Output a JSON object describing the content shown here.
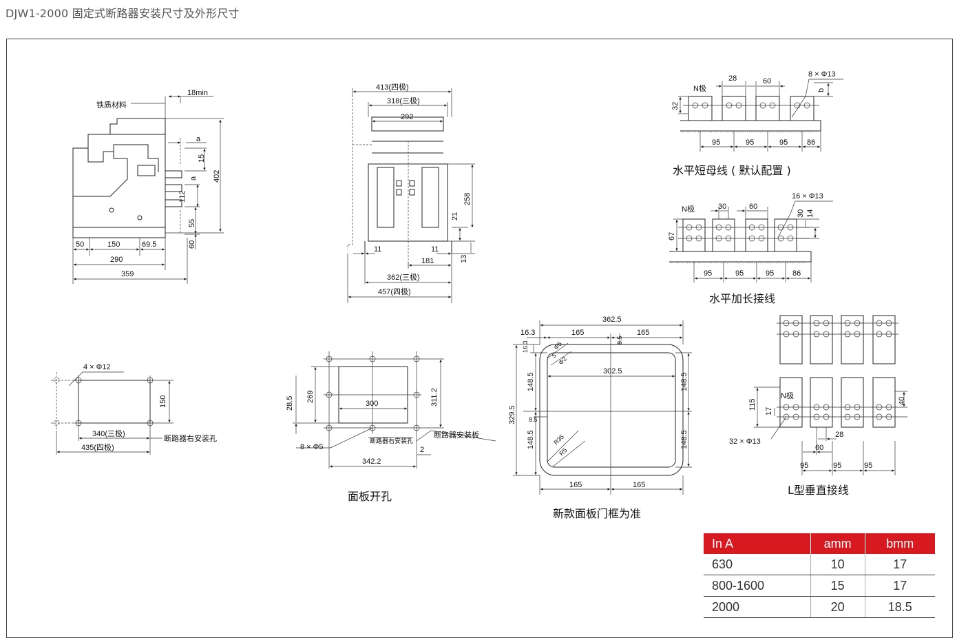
{
  "page": {
    "title": "DJW1-2000 固定式断路器安装尺寸及外形尺寸"
  },
  "side_view": {
    "material": "铁质材料",
    "d_18min": "18min",
    "d_a": "a",
    "d_15": "15",
    "d_402": "402",
    "d_a2": "a",
    "d_112": "112",
    "d_55": "55",
    "d_60": "60",
    "d_50": "50",
    "d_150": "150",
    "d_69_5": "69.5",
    "d_290": "290",
    "d_359": "359"
  },
  "front_view": {
    "d_413": "413(四极)",
    "d_318": "318(三极)",
    "d_292": "292",
    "d_258": "258",
    "d_21": "21",
    "d_11a": "11",
    "d_11b": "11",
    "d_181": "181",
    "d_13": "13",
    "d_362": "362(三极)",
    "d_457": "457(四极)"
  },
  "busbar_short": {
    "n_pole": "N极",
    "d_28": "28",
    "d_60": "60",
    "d_8phi": "8 × Φ13",
    "d_b": "b",
    "d_32": "32",
    "d_95a": "95",
    "d_95b": "95",
    "d_95c": "95",
    "d_86": "86",
    "caption": "水平短母线 ( 默认配置 )"
  },
  "busbar_long": {
    "n_pole": "N极",
    "d_30": "30",
    "d_60": "60",
    "d_16phi": "16 × Φ13",
    "d_30v": "30",
    "d_14": "14",
    "d_67": "67",
    "d_95a": "95",
    "d_95b": "95",
    "d_95c": "95",
    "d_86": "86",
    "caption": "水平加长接线"
  },
  "mount_holes": {
    "d_4phi": "4 × Φ12",
    "d_150": "150",
    "d_340": "340(三极)",
    "d_435": "435(四极)",
    "label": "断路器右安装孔"
  },
  "panel_cut": {
    "d_28_5": "28.5",
    "d_269": "269",
    "d_300": "300",
    "d_311_2": "311.2",
    "d_8phi": "8 × Φ5",
    "hole_label": "断路器右安装孔",
    "plate_label": "断路器安装板",
    "d_2": "2",
    "d_342_2": "342.2",
    "caption": "面板开孔"
  },
  "door_frame": {
    "d_362_5": "362.5",
    "d_16_3": "16.3",
    "d_165a": "165",
    "d_165b": "165",
    "d_8_5a": "8.5",
    "d_phi5": "Φ5",
    "d_5": "5",
    "d_phi2": "Φ2",
    "d_16_3v": "16.3",
    "d_302_5": "302.5",
    "d_148_5a": "148.5",
    "d_148_5b": "148.5",
    "d_329_5": "329.5",
    "d_8_5b": "8.5",
    "d_148_5c": "148.5",
    "d_148_5d": "148.5",
    "d_r35": "R35",
    "d_r5": "R5",
    "d_165c": "165",
    "d_165d": "165",
    "caption": "新款面板门框为准"
  },
  "busbar_vertical": {
    "n_pole": "N极",
    "d_115": "115",
    "d_17": "17",
    "d_40": "40",
    "d_32phi": "32 × Φ13",
    "d_28": "28",
    "d_60": "60",
    "d_95a": "95",
    "d_95b": "95",
    "d_95c": "95",
    "caption": "L型垂直接线"
  },
  "spec_table": {
    "headers": [
      "In A",
      "amm",
      "bmm"
    ],
    "rows": [
      [
        "630",
        "10",
        "17"
      ],
      [
        "800-1600",
        "15",
        "17"
      ],
      [
        "2000",
        "20",
        "18.5"
      ]
    ]
  }
}
